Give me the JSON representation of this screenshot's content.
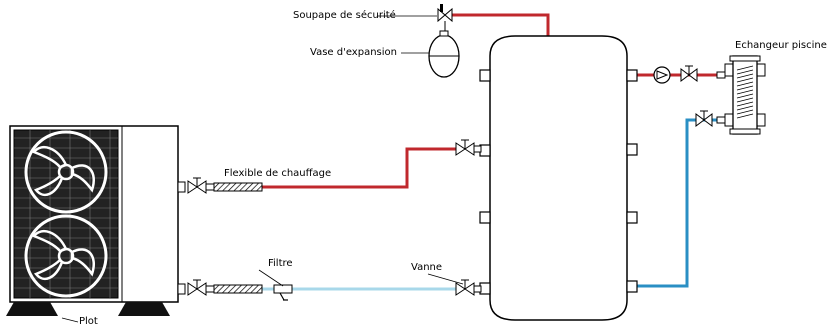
{
  "diagram": {
    "labels": {
      "safety_valve": "Soupape de sécurité",
      "expansion_vessel": "Vase d'expansion",
      "pool_exchanger": "Echangeur piscine",
      "heating_hose": "Flexible de chauffage",
      "filter": "Filtre",
      "valve": "Vanne",
      "foot": "Plot"
    },
    "colors": {
      "hot_pipe": "#c0282d",
      "cold_pipe_light": "#a8d8ea",
      "cold_pipe_dark": "#2a8fc4",
      "outline": "#000000",
      "heat_pump_body": "#ffffff",
      "heat_pump_grille": "#1a1a1a"
    },
    "icons": [
      "heat-pump-fan-icon",
      "gate-valve-icon",
      "circulator-pump-icon",
      "filter-icon",
      "expansion-vessel-icon",
      "safety-valve-icon",
      "plate-heat-exchanger-icon",
      "flexible-hose-icon"
    ]
  }
}
